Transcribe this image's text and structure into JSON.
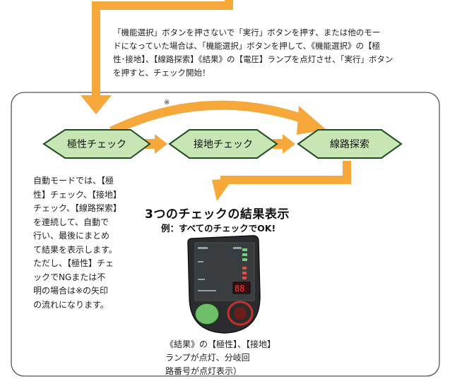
{
  "instruction": "「機能選択」ボタンを押さないで「実行」ボタンを押す、または他のモー\nドになっていた場合は、「機能選択」ボタンを押して、《機能選択》の【極\n性･接地】、【線路探索】《結果》の【電圧】ランプを点灯させ、「実行」ボタン\nを押すと、チェック開始！",
  "note_mark": "※",
  "steps": [
    {
      "label": "極性チェック"
    },
    {
      "label": "接地チェック"
    },
    {
      "label": "線路探索"
    }
  ],
  "side_text": "自動モードでは、【極\n性】チェック、【接地】\nチェック、【線路探索】\nを連続して、自動で\n行い、最後にまとめ\nて結果を表示します。\nただし、【極性】チェ\nックでNGまたは不\n明の場合は※の矢印\nの流れになります。",
  "result_title": "3つのチェックの結果表示",
  "example": "例：すべてのチェックでOK!",
  "caption": "《結果》の【極性】、【接地】\nランプが点灯、分岐回\n路番号が点灯表示）",
  "colors": {
    "arrow": "#f6a83a",
    "diamond_fill": "#c8e6b4",
    "diamond_stroke": "#1f4d20",
    "frame": "#555555"
  }
}
